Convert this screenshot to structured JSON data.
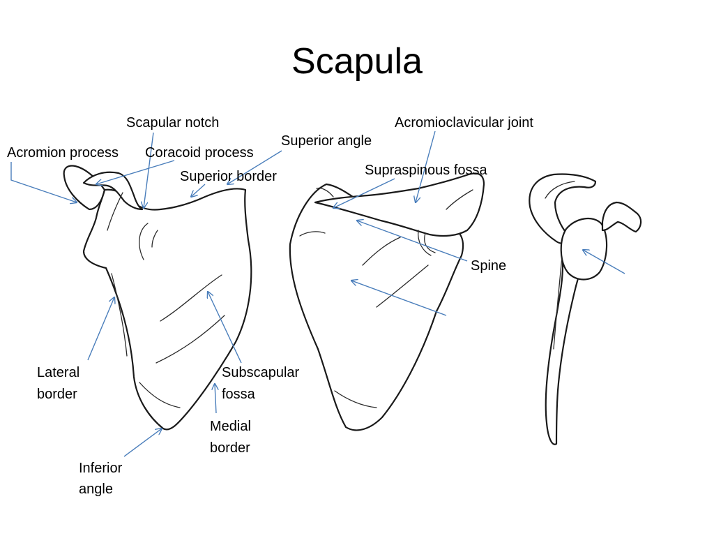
{
  "title": "Scapula",
  "labels": {
    "scapular_notch": "Scapular notch",
    "acromioclavicular_joint": "Acromioclavicular joint",
    "superior_angle": "Superior angle",
    "acromion_process": "Acromion process",
    "coracoid_process": "Coracoid process",
    "superior_border": "Superior border",
    "supraspinous_fossa": "Supraspinous fossa",
    "spine": "Spine",
    "lateral_border": [
      "Lateral",
      "border"
    ],
    "subscapular_fossa": [
      "Subscapular",
      "fossa"
    ],
    "medial_border": [
      "Medial",
      "border"
    ],
    "inferior_angle": [
      "Inferior",
      "angle"
    ]
  },
  "colors": {
    "arrow": "#4a7ebb",
    "outline": "#1a1a1a",
    "text": "#000000"
  }
}
